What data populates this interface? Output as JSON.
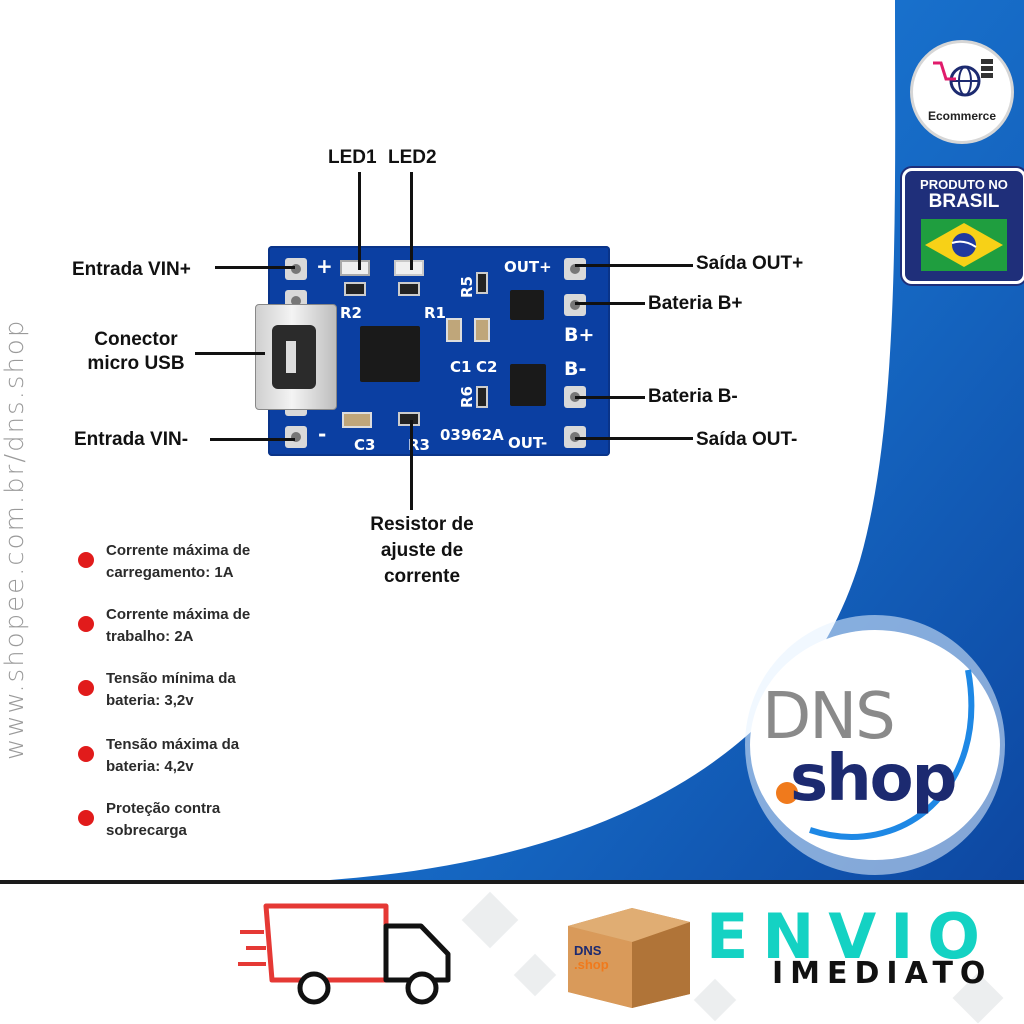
{
  "side_url": "www.shopee.com.br/dns.shop",
  "labels": {
    "led1": "LED1",
    "led2": "LED2",
    "vin_plus": "Entrada VIN+",
    "usb_line1": "Conector",
    "usb_line2": "micro USB",
    "vin_minus": "Entrada VIN-",
    "resistor_line1": "Resistor de",
    "resistor_line2": "ajuste de",
    "resistor_line3": "corrente",
    "out_plus": "Saída OUT+",
    "bat_plus": "Bateria B+",
    "bat_minus": "Bateria B-",
    "out_minus": "Saída OUT-"
  },
  "pcb_silk": {
    "plus": "+",
    "minus": "-",
    "r2": "R2",
    "r1": "R1",
    "r5": "R5",
    "r6": "R6",
    "c1": "C1",
    "c2": "C2",
    "c3": "C3",
    "r3": "R3",
    "code": "03962A",
    "out_plus": "OUT+",
    "out_minus": "OUT-",
    "b_plus": "B+",
    "b_minus": "B-"
  },
  "features": [
    {
      "line1": "Corrente máxima de",
      "line2": "carregamento: 1A"
    },
    {
      "line1": "Corrente máxima de",
      "line2": "trabalho: 2A"
    },
    {
      "line1": "Tensão mínima da",
      "line2": "bateria: 3,2v"
    },
    {
      "line1": "Tensão máxima da",
      "line2": "bateria: 4,2v"
    },
    {
      "line1": "Proteção contra",
      "line2": "sobrecarga"
    }
  ],
  "badges": {
    "ecommerce": "Ecommerce",
    "produto_l1": "PRODUTO NO",
    "produto_l2": "BRASIL"
  },
  "logo": {
    "dns": "DNS",
    "shop": "shop",
    "box_dns": "DNS",
    "box_shop": ".shop"
  },
  "banner": {
    "envio": "ENVIO",
    "imediato": "IMEDIATO"
  },
  "colors": {
    "blue": "#1565c0",
    "navy": "#1c2a70",
    "pcb": "#0b3fa2",
    "dot_red": "#e11b1b",
    "teal": "#14d2c3",
    "orange": "#f07a1c"
  }
}
